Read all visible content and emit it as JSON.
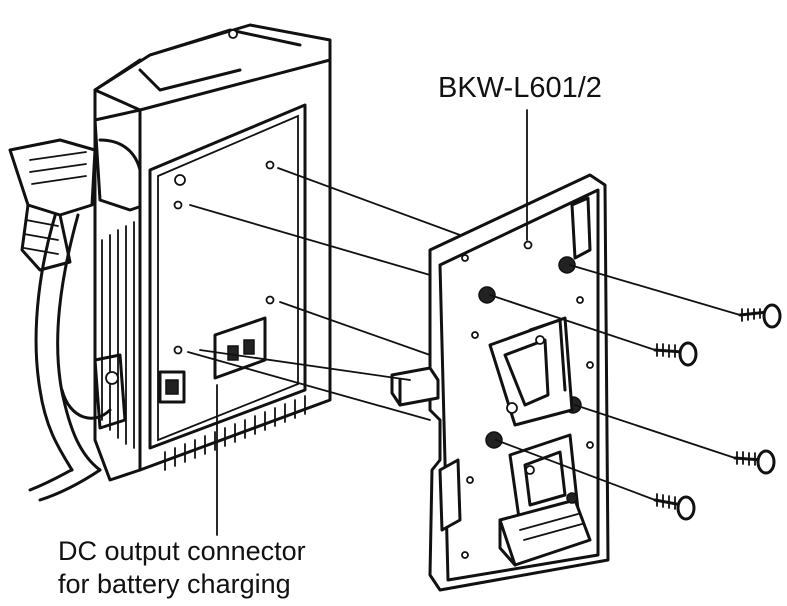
{
  "labels": {
    "model": "BKW-L601/2",
    "connector_line1": "DC output connector",
    "connector_line2": "for battery charging"
  },
  "colors": {
    "line": "#111111",
    "background": "#ffffff"
  }
}
